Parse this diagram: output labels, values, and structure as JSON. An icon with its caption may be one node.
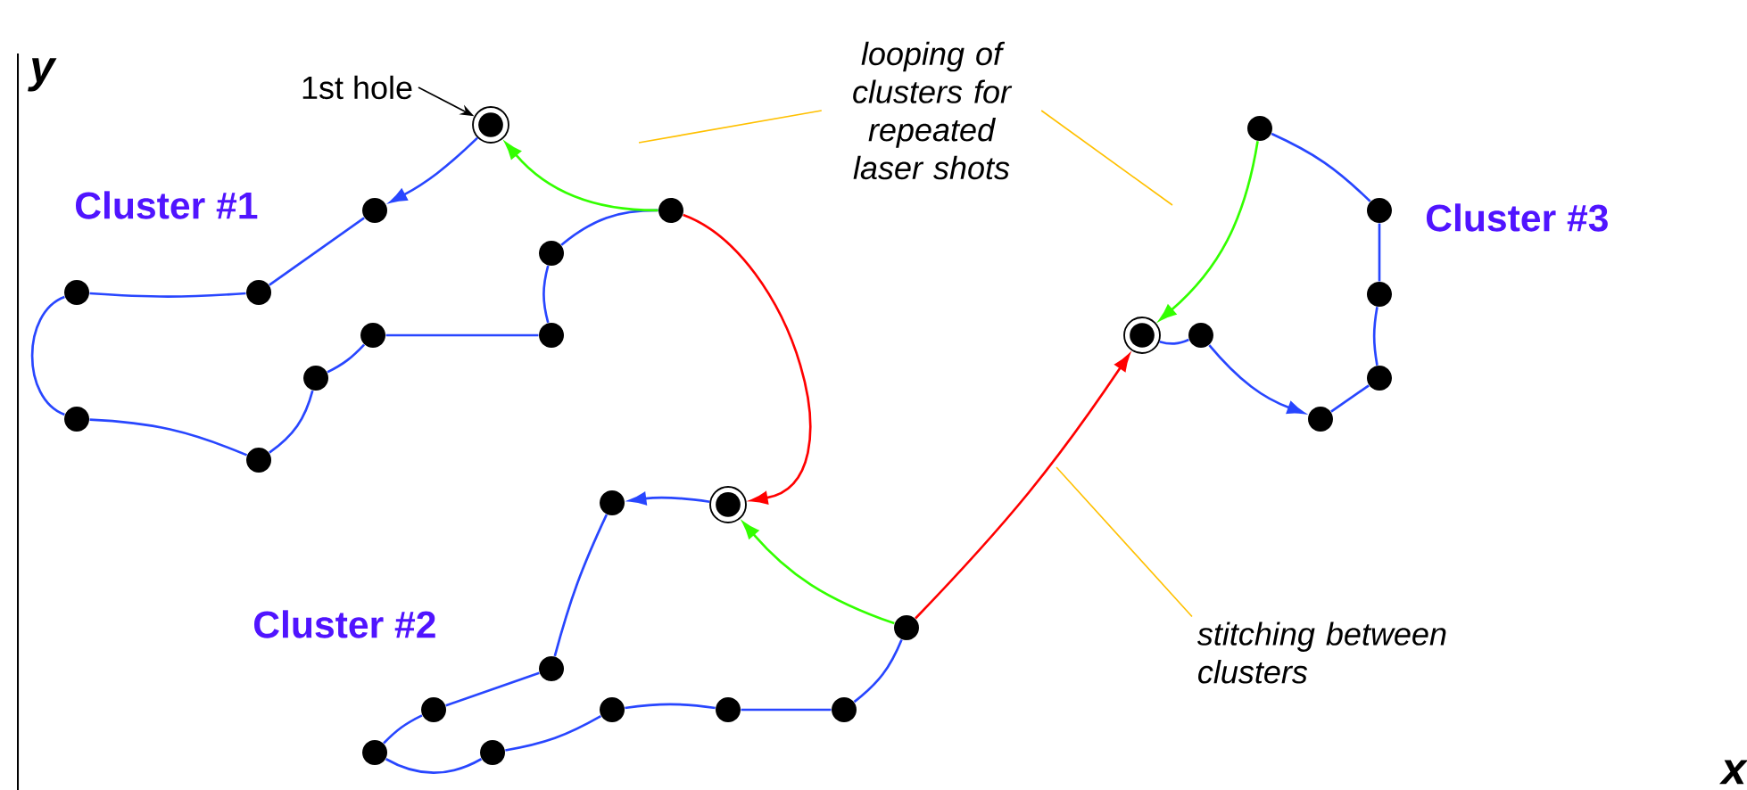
{
  "diagram": {
    "nodes": [
      {
        "text": [
          "1st hole"
        ]
      },
      {
        "text": [
          "looping of clusters for repeated laser shots"
        ]
      },
      {
        "text": [
          "stitching between clusters"
        ]
      },
      {
        "text": [],
        "shape": "circle"
      },
      {
        "text": [],
        "shape": "circle"
      },
      {
        "text": [],
        "shape": "circle"
      },
      {
        "text": [],
        "shape": "circle"
      },
      {
        "text": [],
        "shape": "circle"
      },
      {
        "text": [],
        "shape": "circle"
      },
      {
        "text": [],
        "shape": "circle"
      },
      {
        "text": [],
        "shape": "circle"
      },
      {
        "text": [],
        "shape": "circle"
      },
      {
        "text": [],
        "shape": "circle"
      },
      {
        "text": [],
        "shape": "circle"
      },
      {
        "text": [],
        "shape": "circle"
      },
      {
        "text": [],
        "shape": "circle"
      },
      {
        "text": [],
        "shape": "circle"
      },
      {
        "text": [],
        "shape": "circle"
      },
      {
        "text": [],
        "shape": "circle"
      },
      {
        "text": [],
        "shape": "circle"
      },
      {
        "text": [],
        "shape": "circle"
      },
      {
        "text": [],
        "shape": "circle"
      },
      {
        "text": [],
        "shape": "circle"
      },
      {
        "text": [],
        "shape": "circle"
      },
      {
        "text": [],
        "shape": "circle"
      },
      {
        "text": [],
        "shape": "circle"
      },
      {
        "text": [],
        "shape": "circle"
      },
      {
        "text": [],
        "shape": "circle"
      },
      {
        "text": [],
        "shape": "circle"
      },
      {
        "text": [],
        "shape": "circle"
      },
      {
        "text": [],
        "shape": "circle"
      }
    ],
    "edges": [
      {
        "from": 0,
        "to": 3,
        "arrow": "to",
        "color": "#000000"
      },
      {
        "from": 1,
        "to": null,
        "arrow": "none",
        "color": "#ffc000"
      },
      {
        "from": 1,
        "to": null,
        "arrow": "none",
        "color": "#ffc000"
      },
      {
        "from": 2,
        "to": null,
        "arrow": "none",
        "color": "#ffc000"
      },
      {
        "from": 3,
        "to": 4,
        "arrow": "to"
      },
      {
        "from": 4,
        "to": 5,
        "arrow": "none"
      },
      {
        "from": 5,
        "to": 6,
        "arrow": "none"
      },
      {
        "from": 6,
        "to": 7,
        "arrow": "none"
      },
      {
        "from": 7,
        "to": 8,
        "arrow": "none"
      },
      {
        "from": 8,
        "to": 9,
        "arrow": "none"
      },
      {
        "from": 9,
        "to": 10,
        "arrow": "none"
      },
      {
        "from": 10,
        "to": 11,
        "arrow": "none"
      },
      {
        "from": 11,
        "to": 12,
        "arrow": "none"
      },
      {
        "from": 12,
        "to": 13,
        "arrow": "none"
      },
      {
        "from": 13,
        "to": 3,
        "arrow": "to",
        "color": "#33ff00"
      },
      {
        "from": 13,
        "to": 14,
        "arrow": "to",
        "color": "#ff0000"
      },
      {
        "from": 14,
        "to": 15,
        "arrow": "to"
      },
      {
        "from": 15,
        "to": 16,
        "arrow": "none"
      },
      {
        "from": 16,
        "to": 17,
        "arrow": "none"
      },
      {
        "from": 17,
        "to": 18,
        "arrow": "none"
      },
      {
        "from": 18,
        "to": 19,
        "arrow": "none"
      },
      {
        "from": 19,
        "to": 20,
        "arrow": "none"
      },
      {
        "from": 20,
        "to": 21,
        "arrow": "none"
      },
      {
        "from": 21,
        "to": 22,
        "arrow": "none"
      },
      {
        "from": 22,
        "to": 23,
        "arrow": "none"
      },
      {
        "from": 23,
        "to": 14,
        "arrow": "to",
        "color": "#33ff00"
      },
      {
        "from": 23,
        "to": 24,
        "arrow": "to",
        "color": "#ff0000"
      },
      {
        "from": 24,
        "to": 25,
        "arrow": "none"
      },
      {
        "from": 25,
        "to": 26,
        "arrow": "to"
      },
      {
        "from": 26,
        "to": 27,
        "arrow": "none"
      },
      {
        "from": 27,
        "to": 28,
        "arrow": "none"
      },
      {
        "from": 28,
        "to": 29,
        "arrow": "none"
      },
      {
        "from": 29,
        "to": 30,
        "arrow": "none"
      },
      {
        "from": 30,
        "to": 24,
        "arrow": "to",
        "color": "#33ff00"
      }
    ],
    "labels": [
      "y",
      "Cluster #1",
      "Cluster #3",
      "Cluster #2",
      "x"
    ]
  }
}
